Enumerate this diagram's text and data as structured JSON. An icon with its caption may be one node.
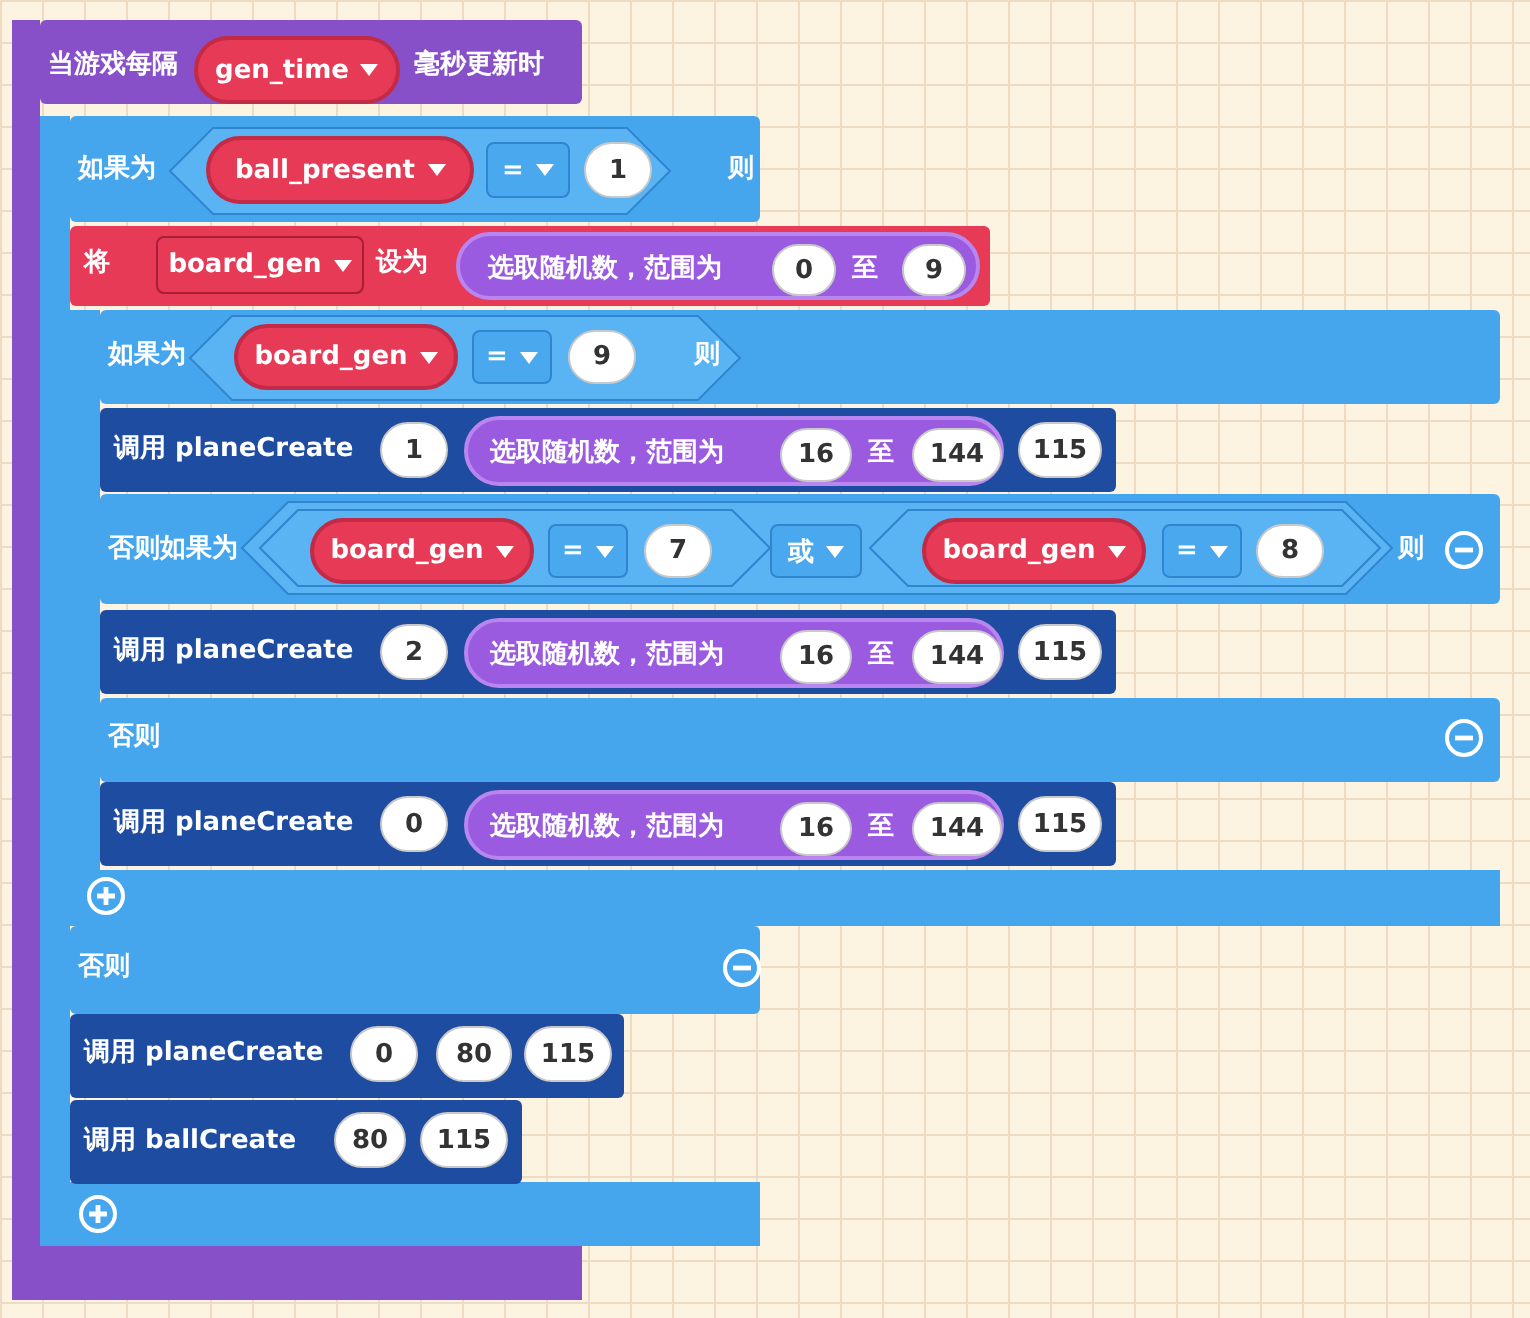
{
  "diagram": {
    "nodes": [
      {
        "text": [
          "当游戏每隔",
          "毫秒更新时"
        ]
      },
      {
        "text": [
          "gen_time"
        ],
        "in": 0
      },
      {
        "text": [
          "如果为",
          "则"
        ]
      },
      {
        "text": [
          "ball_present"
        ],
        "in": 2
      },
      {
        "text": [
          "="
        ],
        "in": 2
      },
      {
        "text": [
          "1"
        ],
        "in": 2
      },
      {
        "text": [
          "将",
          "设为"
        ]
      },
      {
        "text": [
          "board_gen"
        ],
        "in": 6
      },
      {
        "text": [
          "选取随机数，范围为",
          "至"
        ],
        "in": 6
      },
      {
        "text": [
          "0"
        ],
        "in": 8
      },
      {
        "text": [
          "9"
        ],
        "in": 8
      },
      {
        "text": [
          "如果为",
          "则"
        ]
      },
      {
        "text": [
          "board_gen"
        ],
        "in": 11
      },
      {
        "text": [
          "="
        ],
        "in": 11
      },
      {
        "text": [
          "9"
        ],
        "in": 11
      },
      {
        "text": [
          "调用 planeCreate"
        ]
      },
      {
        "text": [
          "1"
        ],
        "in": 15
      },
      {
        "text": [
          "选取随机数，范围为",
          "至"
        ],
        "in": 15
      },
      {
        "text": [
          "16"
        ],
        "in": 17
      },
      {
        "text": [
          "144"
        ],
        "in": 17
      },
      {
        "text": [
          "115"
        ],
        "in": 15
      },
      {
        "text": [
          "否则如果为",
          "则"
        ]
      },
      {
        "text": [
          "board_gen"
        ],
        "in": 21
      },
      {
        "text": [
          "="
        ],
        "in": 21
      },
      {
        "text": [
          "7"
        ],
        "in": 21
      },
      {
        "text": [
          "或"
        ],
        "in": 21
      },
      {
        "text": [
          "board_gen"
        ],
        "in": 21
      },
      {
        "text": [
          "="
        ],
        "in": 21
      },
      {
        "text": [
          "8"
        ],
        "in": 21
      },
      {
        "text": [
          "调用 planeCreate"
        ]
      },
      {
        "text": [
          "2"
        ],
        "in": 29
      },
      {
        "text": [
          "选取随机数，范围为",
          "至"
        ],
        "in": 29
      },
      {
        "text": [
          "16"
        ],
        "in": 31
      },
      {
        "text": [
          "144"
        ],
        "in": 31
      },
      {
        "text": [
          "115"
        ],
        "in": 29
      },
      {
        "text": [
          "否则"
        ]
      },
      {
        "text": [
          "调用 planeCreate"
        ]
      },
      {
        "text": [
          "0"
        ],
        "in": 36
      },
      {
        "text": [
          "选取随机数，范围为",
          "至"
        ],
        "in": 36
      },
      {
        "text": [
          "16"
        ],
        "in": 38
      },
      {
        "text": [
          "144"
        ],
        "in": 38
      },
      {
        "text": [
          "115"
        ],
        "in": 36
      },
      {
        "text": [
          "否则"
        ]
      },
      {
        "text": [
          "调用 planeCreate"
        ]
      },
      {
        "text": [
          "0"
        ],
        "in": 43
      },
      {
        "text": [
          "80"
        ],
        "in": 43
      },
      {
        "text": [
          "115"
        ],
        "in": 43
      },
      {
        "text": [
          "调用 ballCreate"
        ]
      },
      {
        "text": [
          "80"
        ],
        "in": 47
      },
      {
        "text": [
          "115"
        ],
        "in": 47
      },
      {
        "text": [],
        "shape": "bar"
      },
      {
        "text": [],
        "shape": "bar"
      },
      {
        "text": [],
        "shape": "bar"
      }
    ]
  }
}
